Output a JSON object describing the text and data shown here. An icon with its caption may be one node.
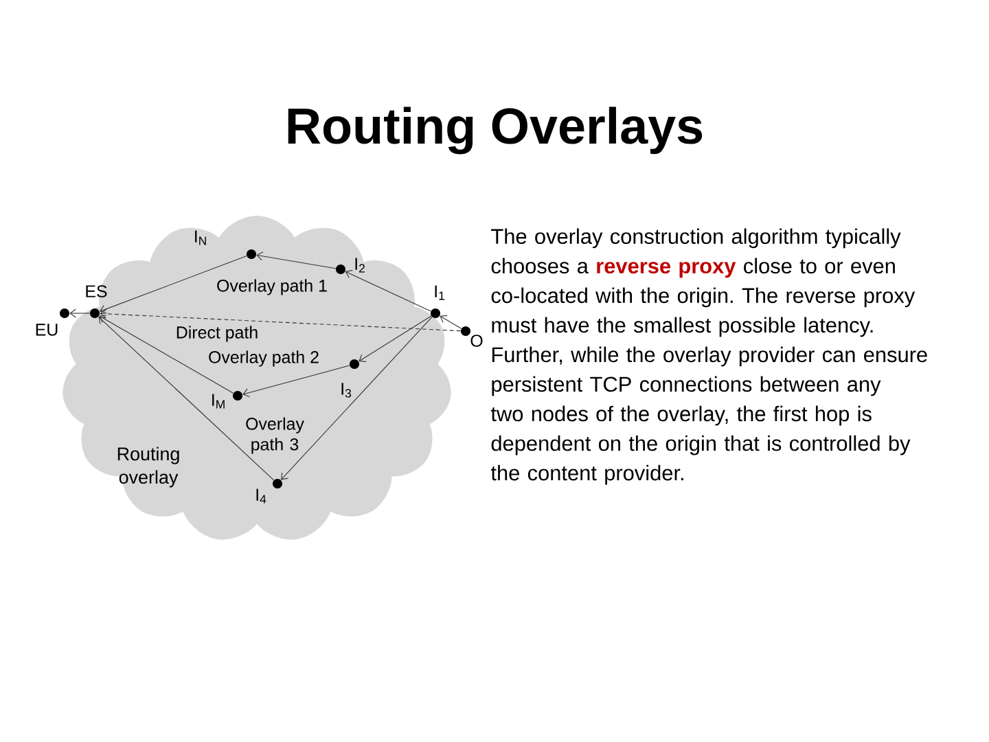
{
  "diagram": {
    "title": "Routing Overlays",
    "nodes": [
      {
        "text": [
          "Routing overlay"
        ]
      },
      {
        "text": [],
        "shape": "circle",
        "beside": [
          "EU"
        ]
      },
      {
        "text": [],
        "shape": "circle",
        "beside": [
          "ES"
        ],
        "in": 0
      },
      {
        "text": [],
        "shape": "circle",
        "beside": [
          "I$_{N}$"
        ],
        "in": 0
      },
      {
        "text": [],
        "shape": "circle",
        "beside": [
          "I$_{2}$"
        ],
        "in": 0
      },
      {
        "text": [],
        "shape": "circle",
        "beside": [
          "I$_{1}$"
        ],
        "in": 0
      },
      {
        "text": [],
        "shape": "circle",
        "beside": [
          "O"
        ]
      },
      {
        "text": [],
        "shape": "circle",
        "beside": [
          "I$_{3}$"
        ],
        "in": 0
      },
      {
        "text": [],
        "shape": "circle",
        "beside": [
          "I$_{M}$"
        ],
        "in": 0
      },
      {
        "text": [],
        "shape": "circle",
        "beside": [
          "I$_{4}$"
        ],
        "in": 0
      }
    ],
    "edges": [
      {
        "from": 5,
        "to": 4,
        "arrow": "to"
      },
      {
        "from": 4,
        "to": 3,
        "arrow": "to"
      },
      {
        "from": 3,
        "to": 2,
        "arrow": "to"
      },
      {
        "from": 6,
        "to": 2,
        "arrow": "to",
        "style": "dashed",
        "label": "Direct path"
      },
      {
        "from": 6,
        "to": 5,
        "arrow": "to"
      },
      {
        "from": 5,
        "to": 7,
        "arrow": "to"
      },
      {
        "from": 7,
        "to": 8,
        "arrow": "to"
      },
      {
        "from": 8,
        "to": 2,
        "arrow": "to"
      },
      {
        "from": 5,
        "to": 9,
        "arrow": "to"
      },
      {
        "from": 9,
        "to": 2,
        "arrow": "to"
      },
      {
        "from": 2,
        "to": 1,
        "arrow": "to"
      }
    ],
    "labels": [
      "Overlay path 1",
      "Overlay path 2",
      "Overlay path 3",
      "The overlay construction algorithm typically chooses a **reverse proxy** close to or even co-located with the origin. The reverse proxy must have the smallest possible latency. Further, while the overlay provider can ensure persistent TCP connections between any two nodes of the overlay, the first hop is dependent on the origin that is controlled by the content provider."
    ]
  }
}
